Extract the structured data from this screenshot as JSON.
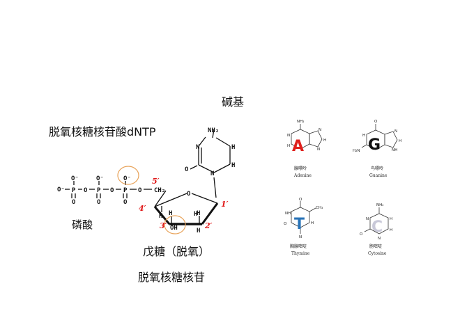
{
  "labels": {
    "base": "碱基",
    "dntp": "脱氧核糖核苷酸dNTP",
    "phosphate": "磷酸",
    "sugar": "戊糖（脱氧）",
    "nucleoside": "脱氧核糖核苷"
  },
  "phosphate_chain": {
    "o_minus": "O⁻",
    "o": "O",
    "p": "P",
    "eq": "="
  },
  "sugar_ring": {
    "c5": "5′",
    "c4": "4′",
    "c3": "3′",
    "c2": "2′",
    "c1": "1′",
    "ch2": "CH₂",
    "h": "H",
    "oh": "OH",
    "ring_o": "O"
  },
  "cytosine_top": {
    "nh2": "NH₂",
    "n": "N",
    "h": "H",
    "o": "O"
  },
  "bases": [
    {
      "letter": "A",
      "cn": "腺嘌呤",
      "en": "Adenine",
      "color": "#e0201c"
    },
    {
      "letter": "G",
      "cn": "鸟嘌呤",
      "en": "Guanine",
      "color": "#111111"
    },
    {
      "letter": "T",
      "cn": "胸腺嘧啶",
      "en": "Thymine",
      "color": "#2a74b8"
    },
    {
      "letter": "C",
      "cn": "胞嘧啶",
      "en": "Cytosine",
      "color": "#c8c8d8"
    }
  ],
  "atoms": {
    "nh2": "NH₂",
    "n": "N",
    "h": "H",
    "o": "O",
    "ch3": "CH₃",
    "nh": "NH",
    "h2n": "H₂N"
  },
  "colors": {
    "highlight": "#e8a35a",
    "position_label": "#e01818"
  }
}
